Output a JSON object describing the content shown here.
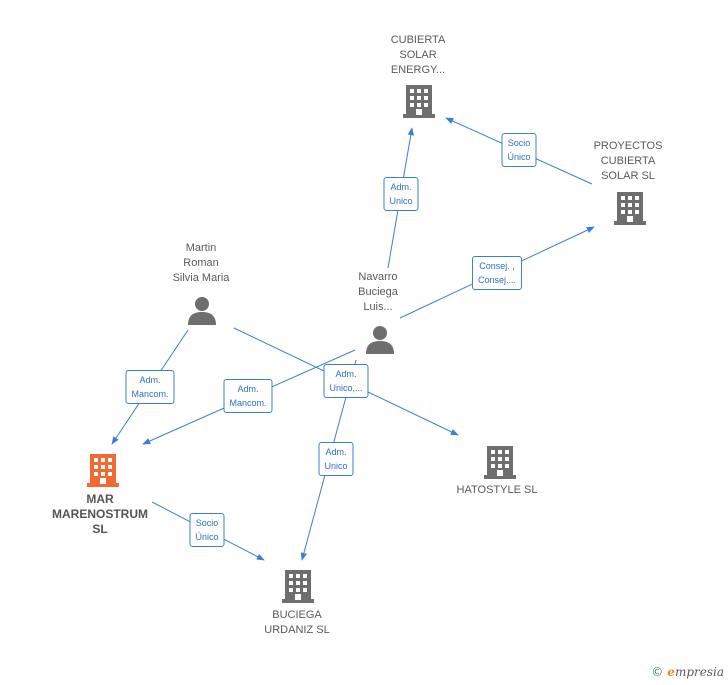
{
  "colors": {
    "edge": "#3b7fd4",
    "company_icon": "#6e6e6e",
    "main_company_icon": "#f26a33",
    "person_icon": "#6e6e6e"
  },
  "nodes": {
    "cubierta": {
      "label": "CUBIERTA\nSOLAR\nENERGY...",
      "type": "company"
    },
    "proyectos": {
      "label": "PROYECTOS\nCUBIERTA\nSOLAR  SL",
      "type": "company"
    },
    "martin": {
      "label": "Martin\nRoman\nSilvia Maria",
      "type": "person"
    },
    "navarro": {
      "label": "Navarro\nBuciega\nLuis...",
      "type": "person"
    },
    "mar": {
      "label": "MAR\nMARENOSTRUM\nSL",
      "type": "company-main"
    },
    "hatostyle": {
      "label": "HATOSTYLE SL",
      "type": "company"
    },
    "buciega": {
      "label": "BUCIEGA\nURDANIZ  SL",
      "type": "company"
    }
  },
  "edges": {
    "navarro_cubierta": "Adm.\nUnico",
    "proyectos_cubierta": "Socio\nÚnico",
    "navarro_proyectos": "Consej. ,\nConsej....",
    "martin_mar": "Adm.\nMancom.",
    "navarro_mar": "Adm.\nMancom.",
    "martin_hatostyle": "Adm.\nUnico,...",
    "navarro_buciega": "Adm.\nUnico",
    "mar_buciega": "Socio\nÚnico"
  },
  "footer": {
    "copyright": "©",
    "brand_e": "e",
    "brand_rest": "mpresia"
  }
}
